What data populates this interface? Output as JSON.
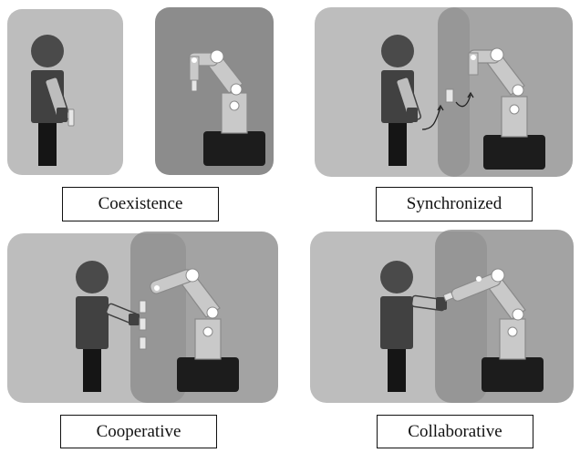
{
  "figure": {
    "panels": [
      {
        "id": "coexistence",
        "label": "Coexistence"
      },
      {
        "id": "synchronized",
        "label": "Synchronized"
      },
      {
        "id": "cooperative",
        "label": "Cooperative"
      },
      {
        "id": "collaborative",
        "label": "Collaborative"
      }
    ]
  },
  "colors": {
    "human_zone": "#bdbdbd",
    "robot_zone": "#8c8c8c",
    "human_body": "#414141",
    "human_head": "#4a4a4a",
    "human_legs": "#151515",
    "robot_base": "#1c1c1c",
    "robot_link": "#c9c9c9",
    "robot_outline": "#8a8a8a"
  },
  "icons": [
    "human-figure-icon",
    "robot-arm-icon",
    "workpiece-icon",
    "handover-arrow-icon"
  ]
}
